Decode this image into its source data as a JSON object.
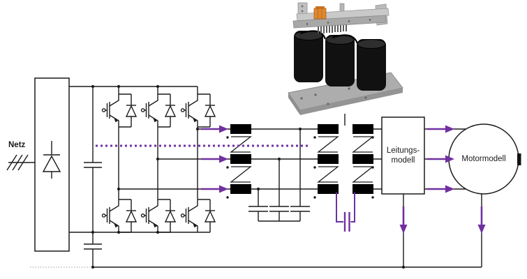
{
  "diagram": {
    "labels": {
      "grid": "Netz",
      "line_model_line1": "Leitungs-",
      "line_model_line2": "modell",
      "motor_model": "Motormodell"
    },
    "colors": {
      "wire": "#1a1a1a",
      "accent_purple": "#7030a0",
      "winding_fill": "#000000",
      "background": "#ffffff",
      "photo_metal_light": "#c6c6c6",
      "photo_metal_dark": "#a8a8a8",
      "photo_terminal_orange": "#e0872e",
      "photo_coil_black": "#111111"
    },
    "components": [
      {
        "name": "three-phase-grid",
        "label_ref": "grid"
      },
      {
        "name": "diode-rectifier"
      },
      {
        "name": "dc-link-capacitor",
        "count": 2
      },
      {
        "name": "igbt-inverter-bridge",
        "igbt_count": 6
      },
      {
        "name": "three-phase-line-choke",
        "windings": 3
      },
      {
        "name": "filter-capacitor-bank",
        "capacitors": 3
      },
      {
        "name": "three-phase-transformer",
        "primary_windings": 3,
        "secondary_windings": 3
      },
      {
        "name": "common-mode-capacitor"
      },
      {
        "name": "line-model-block",
        "label_ref": "line_model"
      },
      {
        "name": "motor-model-block",
        "label_ref": "motor_model"
      },
      {
        "name": "choke-photo"
      }
    ]
  }
}
